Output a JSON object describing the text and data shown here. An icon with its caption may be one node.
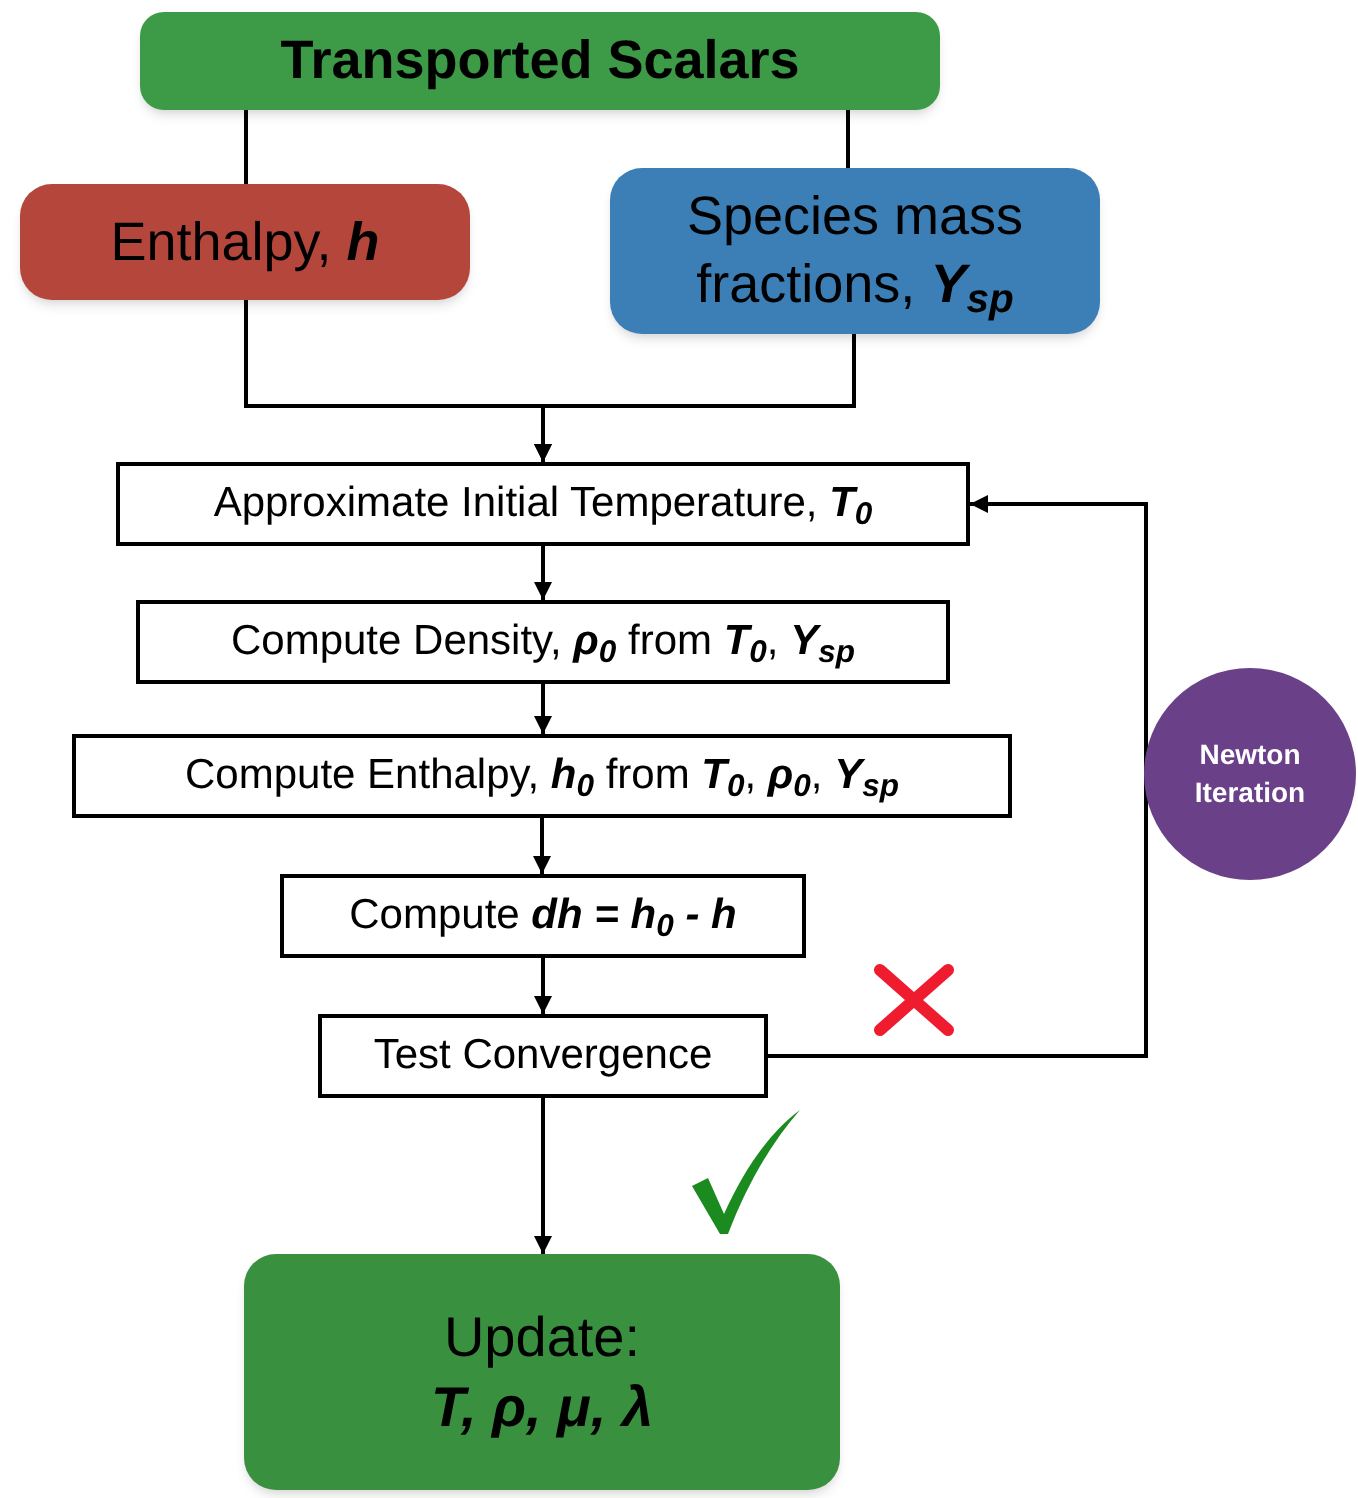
{
  "diagram": {
    "nodes": [
      {
        "text": [
          "Transported Scalars"
        ]
      },
      {
        "text": [
          "Enthalpy, **h**"
        ]
      },
      {
        "text": [
          "Species mass fractions, **Y**$_{sp}$"
        ]
      },
      {
        "text": [
          "Approximate Initial Temperature, **T**$_{0}$"
        ]
      },
      {
        "text": [
          "Compute Density, **ρ**$_{0}$ from **T**$_{0}$, **Y**$_{sp}$"
        ]
      },
      {
        "text": [
          "Compute Enthalpy, **h**$_{0}$ from **T**$_{0}$, **ρ**$_{0}$, **Y**$_{sp}$"
        ]
      },
      {
        "text": [
          "Compute **dh = h**$_{0}$ **- h**"
        ]
      },
      {
        "text": [
          "Test Convergence"
        ]
      },
      {
        "text": [
          "Update:",
          "T, ρ, μ, λ"
        ]
      },
      {
        "text": [
          "Newton Iteration"
        ]
      }
    ],
    "edges": [
      {
        "from": 0,
        "to": 1,
        "arrow": "none"
      },
      {
        "from": 0,
        "to": 2,
        "arrow": "none"
      },
      {
        "from": 1,
        "to": 3,
        "arrow": "to"
      },
      {
        "from": 2,
        "to": 3,
        "arrow": "to"
      },
      {
        "from": 3,
        "to": 4,
        "arrow": "to"
      },
      {
        "from": 4,
        "to": 5,
        "arrow": "to"
      },
      {
        "from": 5,
        "to": 6,
        "arrow": "to"
      },
      {
        "from": 6,
        "to": 7,
        "arrow": "to"
      },
      {
        "from": 7,
        "to": 8,
        "arrow": "to"
      },
      {
        "from": 7,
        "to": 3,
        "arrow": "to"
      }
    ]
  }
}
